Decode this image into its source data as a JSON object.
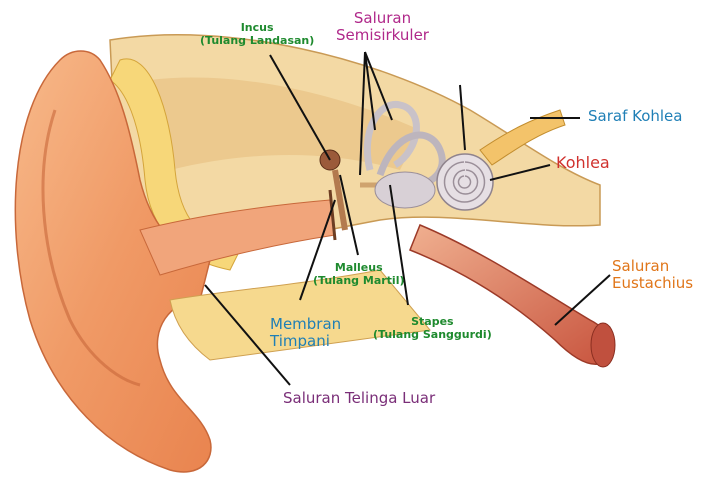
{
  "labels": {
    "incus": {
      "line1": "Incus",
      "line2": "(Tulang Landasan)"
    },
    "semicircular": {
      "line1": "Saluran",
      "line2": "Semisirkuler"
    },
    "cochlear_nerve": "Saraf Kohlea",
    "cochlea": "Kohlea",
    "eustachian": {
      "line1": "Saluran",
      "line2": "Eustachius"
    },
    "malleus": {
      "line1": "Malleus",
      "line2": "(Tulang Martil)"
    },
    "stapes": {
      "line1": "Stapes",
      "line2": "(Tulang Sanggurdi)"
    },
    "tympanic": {
      "line1": "Membran",
      "line2": "Timpani"
    },
    "outer_canal": "Saluran Telinga Luar"
  },
  "colors": {
    "green_label": "#1e8a2e",
    "magenta_label": "#b0288a",
    "blue_label": "#1f7fb6",
    "red_label": "#d0312d",
    "orange_label": "#e0761a",
    "purple_label": "#7a2e78",
    "skin": "#f2a877",
    "bone": "#f3d9a4",
    "leader_line": "#111111"
  }
}
